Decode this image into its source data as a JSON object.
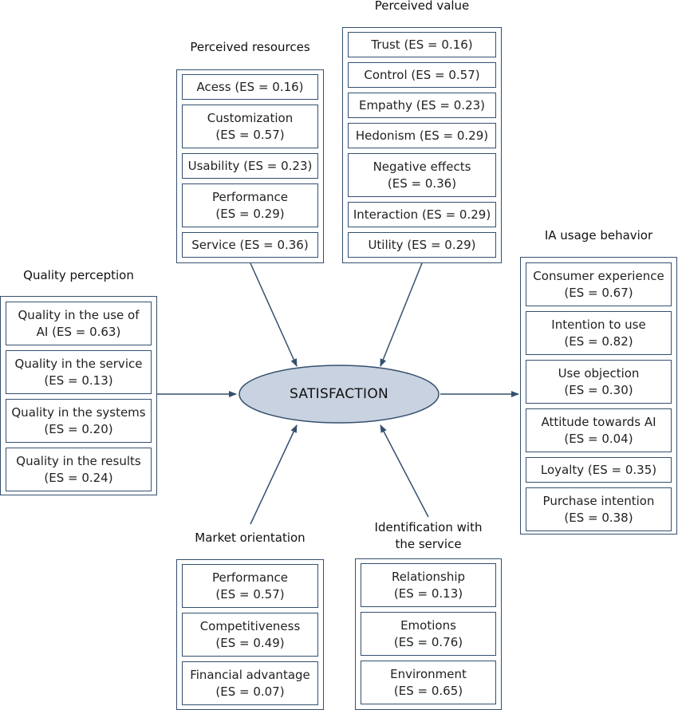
{
  "colors": {
    "border": "#34506f",
    "arrow": "#34506f",
    "center_fill": "#c9d2e0"
  },
  "center": {
    "label": "SATISFACTION"
  },
  "groups": {
    "perceived_resources": {
      "title": "Perceived resources",
      "items": [
        "Acess (ES = 0.16)",
        "Customization\n(ES = 0.57)",
        "Usability (ES = 0.23)",
        "Performance\n(ES = 0.29)",
        "Service (ES = 0.36)"
      ]
    },
    "perceived_value": {
      "title": "Perceived value",
      "items": [
        "Trust (ES = 0.16)",
        "Control (ES = 0.57)",
        "Empathy (ES = 0.23)",
        "Hedonism (ES = 0.29)",
        "Negative effects\n(ES = 0.36)",
        "Interaction (ES = 0.29)",
        "Utility (ES = 0.29)"
      ]
    },
    "quality_perception": {
      "title": "Quality perception",
      "items": [
        "Quality in the use of\nAI (ES = 0.63)",
        "Quality in the service\n(ES = 0.13)",
        "Quality in the systems\n(ES = 0.20)",
        "Quality in the results\n(ES = 0.24)"
      ]
    },
    "ia_usage_behavior": {
      "title": "IA usage behavior",
      "items": [
        "Consumer experience\n(ES = 0.67)",
        "Intention to use\n(ES = 0.82)",
        "Use objection\n(ES = 0.30)",
        "Attitude towards AI\n(ES = 0.04)",
        "Loyalty (ES = 0.35)",
        "Purchase intention\n(ES = 0.38)"
      ]
    },
    "market_orientation": {
      "title": "Market orientation",
      "items": [
        "Performance\n(ES = 0.57)",
        "Competitiveness\n(ES = 0.49)",
        "Financial advantage\n(ES = 0.07)"
      ]
    },
    "identification": {
      "title": "Identification with\nthe service",
      "items": [
        "Relationship\n(ES = 0.13)",
        "Emotions\n(ES = 0.76)",
        "Environment\n(ES = 0.65)"
      ]
    }
  }
}
